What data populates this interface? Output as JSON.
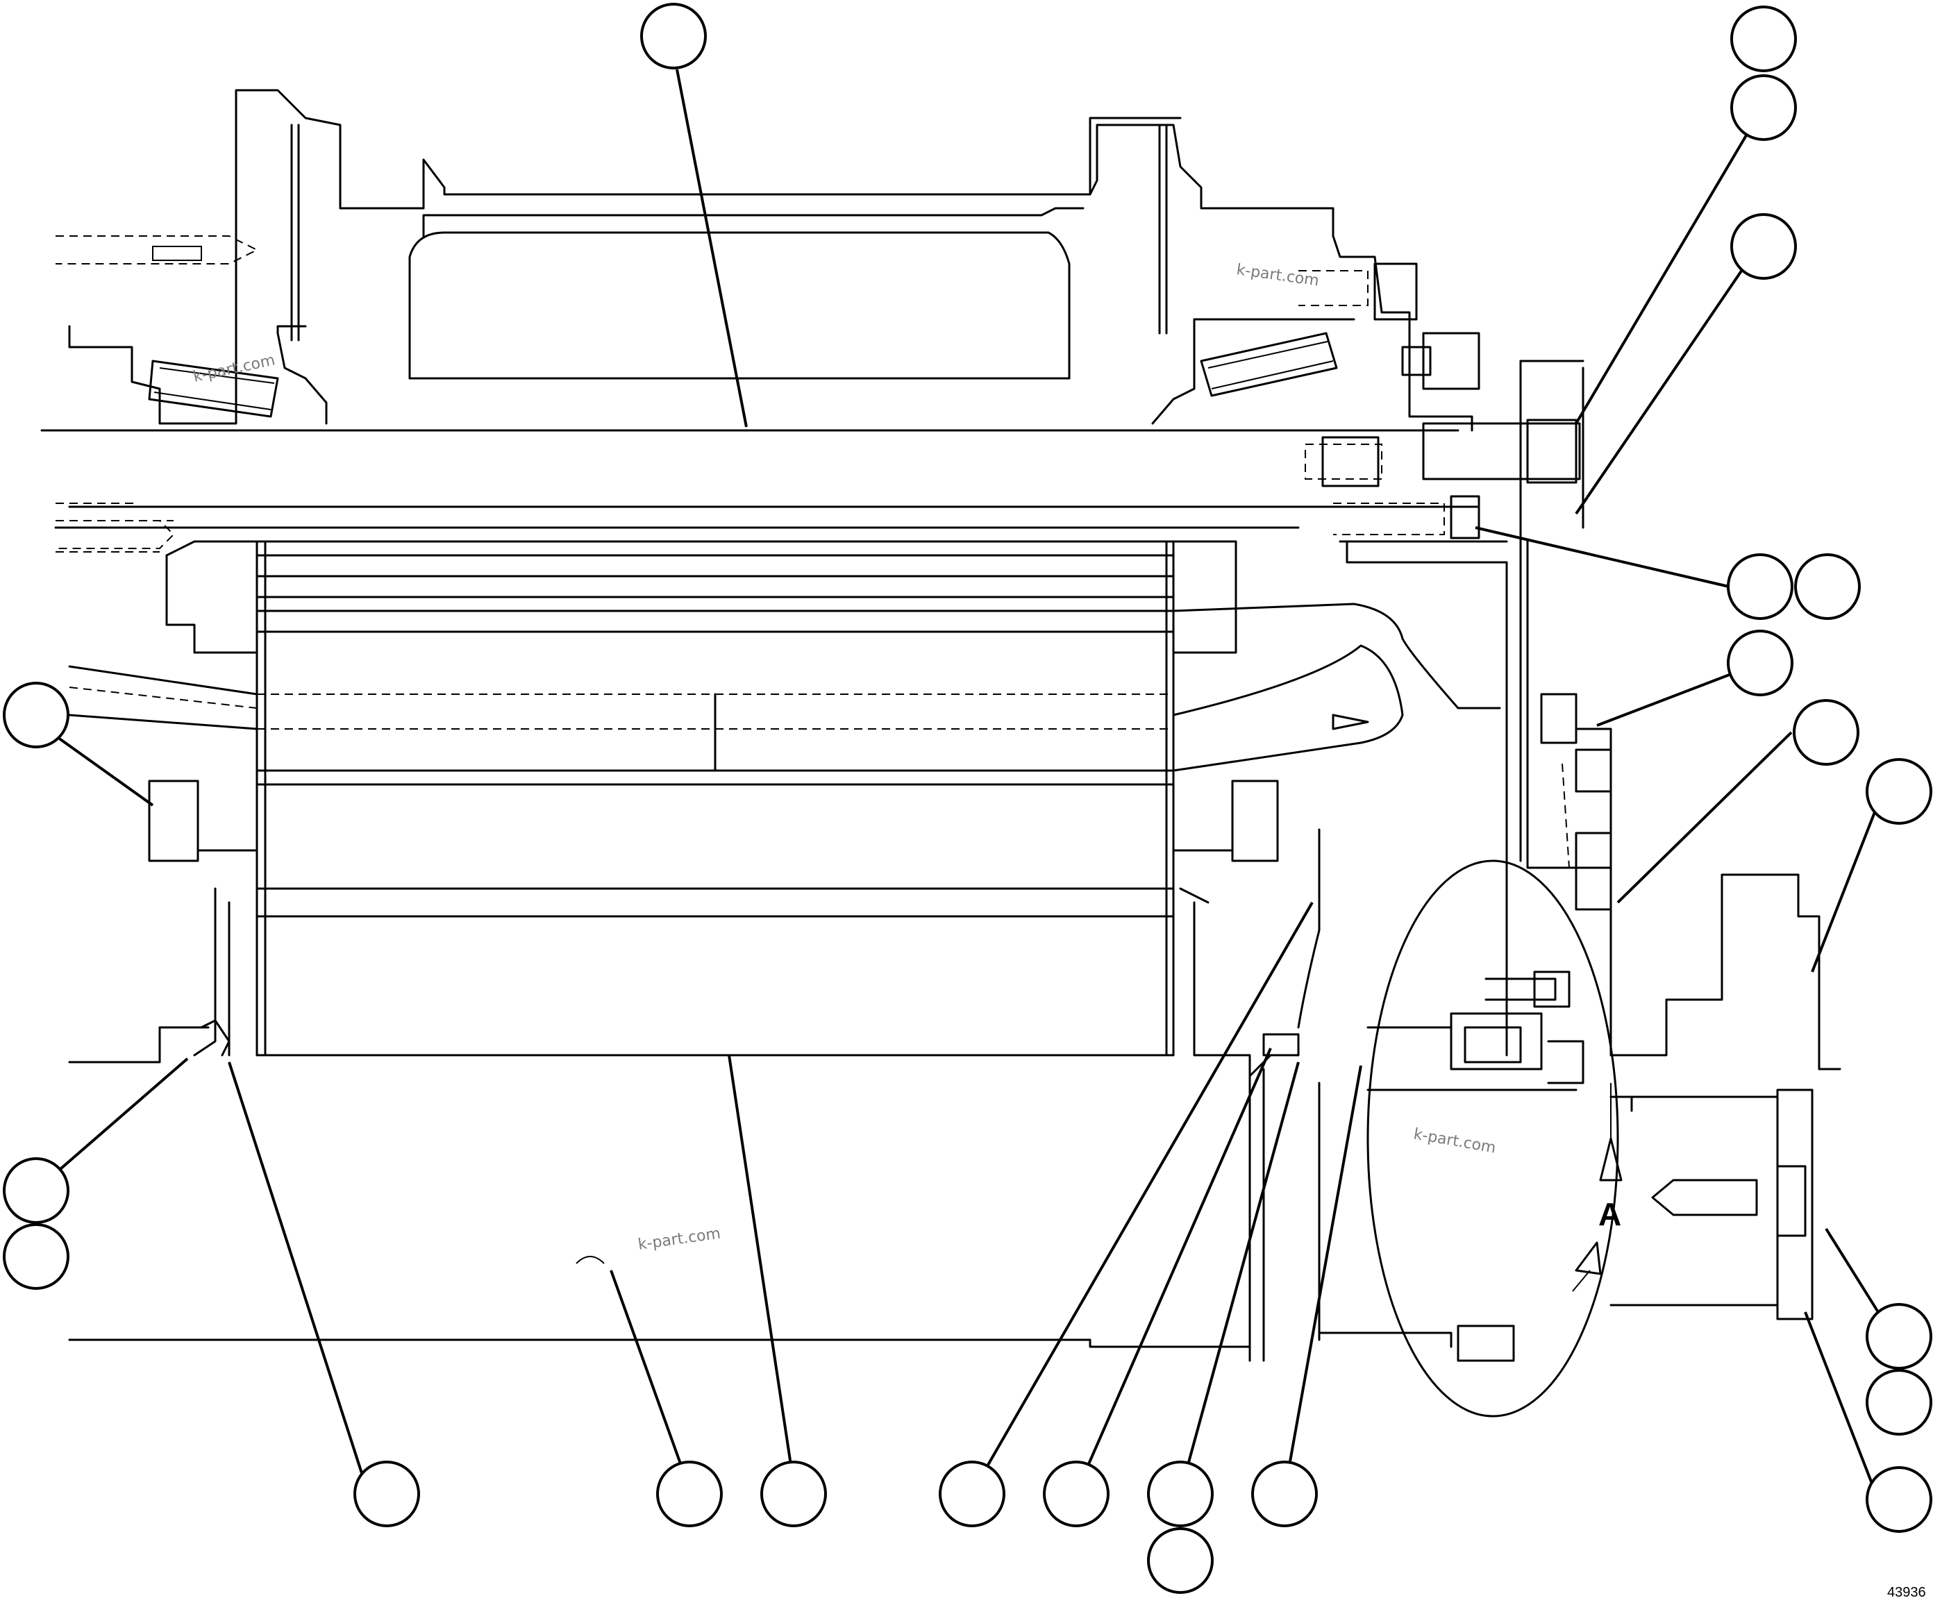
{
  "figure": {
    "drawing_number": "43936",
    "detail_label": "A",
    "watermark": "k-part.com",
    "line_color": "#000000",
    "background_color": "#ffffff"
  }
}
